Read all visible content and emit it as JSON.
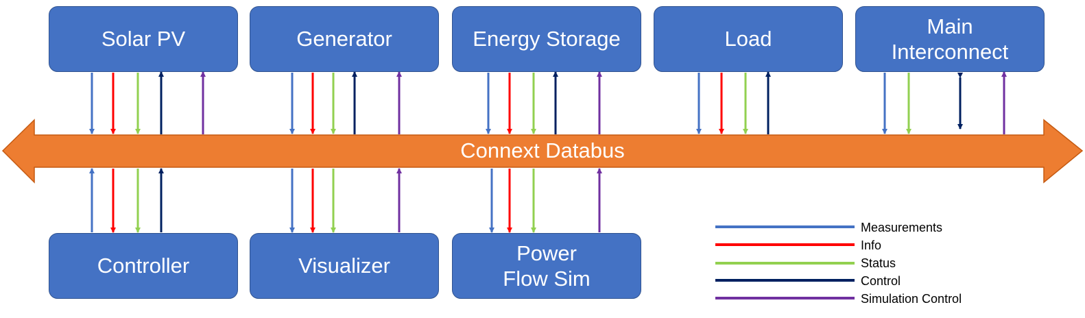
{
  "colors": {
    "box_fill": "#4472c4",
    "bus_fill": "#ed7d31",
    "measurements": "#4472c4",
    "info": "#ff0000",
    "status": "#92d050",
    "control": "#002060",
    "simulation_control": "#7030a0"
  },
  "bus": {
    "label": "Connext Databus"
  },
  "top_boxes": [
    {
      "label": "Solar PV",
      "signals": [
        "measurements",
        "info",
        "status",
        "control",
        "simulation_control"
      ]
    },
    {
      "label": "Generator",
      "signals": [
        "measurements",
        "info",
        "status",
        "control",
        "simulation_control"
      ]
    },
    {
      "label": "Energy Storage",
      "signals": [
        "measurements",
        "info",
        "status",
        "control",
        "simulation_control"
      ]
    },
    {
      "label": "Load",
      "signals": [
        "measurements",
        "info",
        "status",
        "control"
      ]
    },
    {
      "label": "Main Interconnect",
      "signals": [
        "measurements",
        "status",
        "control",
        "simulation_control"
      ]
    }
  ],
  "bottom_boxes": [
    {
      "label": "Controller",
      "signals": [
        "measurements",
        "info",
        "status",
        "control"
      ]
    },
    {
      "label": "Visualizer",
      "signals": [
        "measurements",
        "info",
        "status",
        "simulation_control"
      ]
    },
    {
      "label": "Power Flow Sim",
      "signals": [
        "measurements",
        "info",
        "status",
        "simulation_control"
      ]
    }
  ],
  "legend": [
    {
      "key": "measurements",
      "label": "Measurements"
    },
    {
      "key": "info",
      "label": "Info"
    },
    {
      "key": "status",
      "label": "Status"
    },
    {
      "key": "control",
      "label": "Control"
    },
    {
      "key": "simulation_control",
      "label": "Simulation Control"
    }
  ]
}
